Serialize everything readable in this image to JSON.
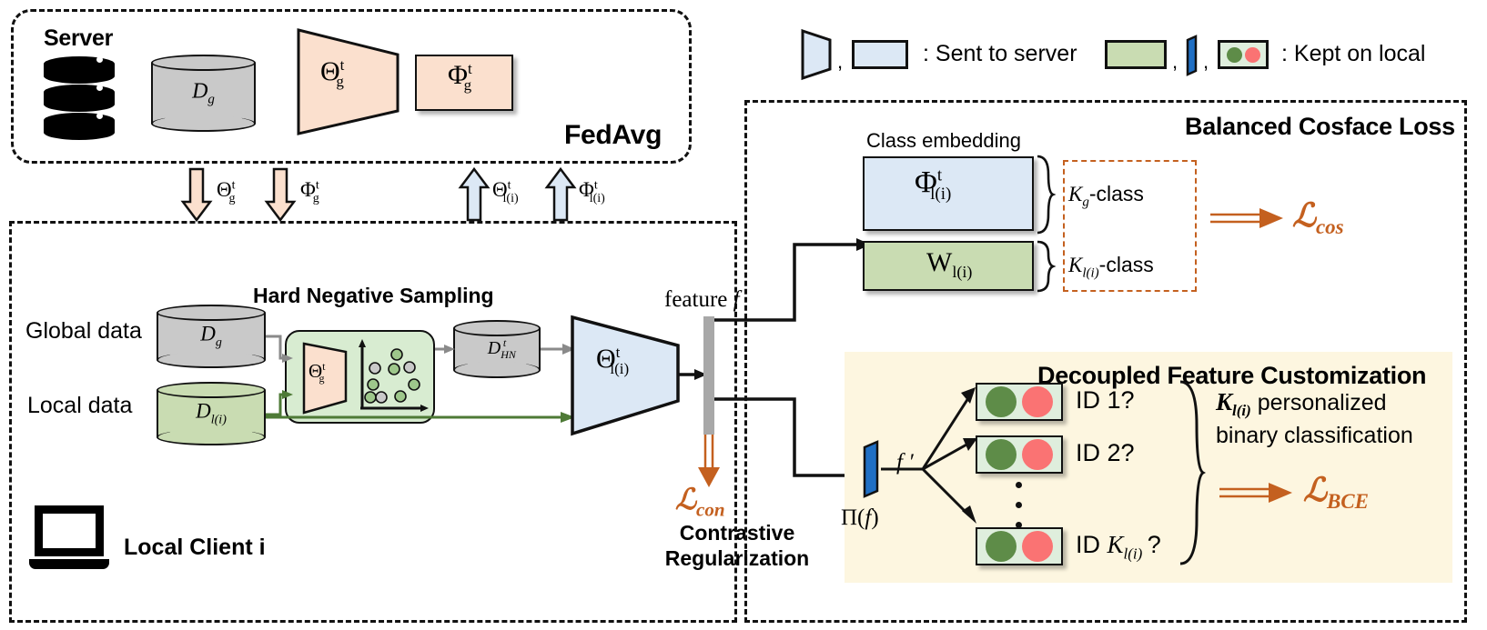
{
  "title": "Federated Learning Framework Diagram",
  "server": {
    "title": "Server",
    "panel_label": "FedAvg",
    "dataset": "D_g",
    "encoder": "Θ",
    "encoder_sup": "t",
    "encoder_sub": "g",
    "head": "Φ",
    "head_sup": "t",
    "head_sub": "g",
    "icons": [
      "database-stack-icon"
    ]
  },
  "legend": {
    "sent_label": ": Sent to server",
    "kept_label": ": Kept on local",
    "comma": ",",
    "shapes_sent": [
      "trapezoid-blue",
      "rect-blue"
    ],
    "shapes_kept": [
      "rect-green",
      "bar-blue",
      "binary-chip"
    ]
  },
  "transfer_arrows": {
    "down": [
      {
        "sym": "Θ",
        "sup": "t",
        "sub": "g",
        "dir": "down"
      },
      {
        "sym": "Φ",
        "sup": "t",
        "sub": "g",
        "dir": "down"
      }
    ],
    "up": [
      {
        "sym": "Θ",
        "sup": "t",
        "sub": "l(i)",
        "dir": "up"
      },
      {
        "sym": "Φ",
        "sup": "t",
        "sub": "l(i)",
        "dir": "up"
      }
    ]
  },
  "client": {
    "panel_label": "Local Client i",
    "global_data_label": "Global data",
    "local_data_label": "Local data",
    "global_db": "D_g",
    "local_db": "D_l(i)",
    "hns_title": "Hard Negative Sampling",
    "hns_encoder": "Θ",
    "hns_encoder_sup": "t",
    "hns_encoder_sub": "g",
    "hn_db": "D_HN_t",
    "local_encoder": "Θ",
    "local_encoder_sup": "t",
    "local_encoder_sub": "l(i)",
    "feature_label": "feature f",
    "loss_con": "ℒ",
    "loss_con_sub": "con",
    "contrastive_line1": "Contrastive",
    "contrastive_line2": "Regularization",
    "scatter_points": [
      {
        "x": 0.18,
        "y": 0.62,
        "c": "grey"
      },
      {
        "x": 0.48,
        "y": 0.8,
        "c": "green"
      },
      {
        "x": 0.44,
        "y": 0.6,
        "c": "green"
      },
      {
        "x": 0.66,
        "y": 0.62,
        "c": "grey"
      },
      {
        "x": 0.16,
        "y": 0.36,
        "c": "green"
      },
      {
        "x": 0.1,
        "y": 0.18,
        "c": "green"
      },
      {
        "x": 0.26,
        "y": 0.16,
        "c": "grey"
      },
      {
        "x": 0.74,
        "y": 0.36,
        "c": "green"
      },
      {
        "x": 0.56,
        "y": 0.12,
        "c": "green"
      }
    ]
  },
  "cosface": {
    "panel_title": "Balanced Cosface Loss",
    "class_embedding_label": "Class embedding",
    "phi": "Φ",
    "phi_sup": "t",
    "phi_sub": "l(i)",
    "w": "W",
    "w_sub": "l(i)",
    "kg_class": "-class",
    "kg": "K_g",
    "kl_class": "-class",
    "kl": "K_l(i)",
    "loss": "ℒ",
    "loss_sub": "cos"
  },
  "dfc": {
    "panel_title": "Decoupled Feature Customization",
    "proj_label": "Π(f)",
    "fprime": "f ′",
    "items": [
      {
        "label_prefix": "ID",
        "label_value": "1?"
      },
      {
        "label_prefix": "ID",
        "label_value": "2?"
      },
      {
        "label_prefix": "ID",
        "label_value": "K_l(i) ?"
      }
    ],
    "note_line1": "personalized",
    "note_line1_prefix": "K_l(i)",
    "note_line2": "binary classification",
    "loss": "ℒ",
    "loss_sub": "BCE"
  },
  "colors": {
    "blue_fill": "#dce8f5",
    "green_fill": "#c9dcb2",
    "peach_fill": "#fbe0ce",
    "grey_fill": "#c9c9c9",
    "cream_fill": "#fdf6e0",
    "loss_orange": "#c4601f",
    "dot_green": "#5e8c48",
    "dot_red": "#fa7373",
    "bar_blue": "#1f6fc4",
    "feature_bar": "#a8a8a8",
    "green_arrow": "#4e7a36",
    "grey_arrow": "#8a8a8a"
  }
}
